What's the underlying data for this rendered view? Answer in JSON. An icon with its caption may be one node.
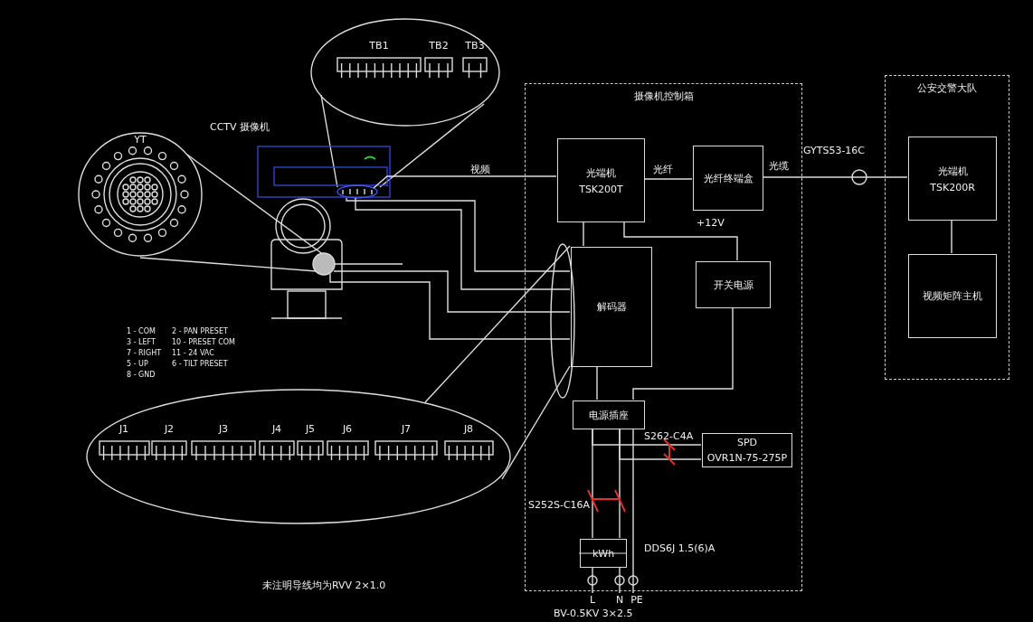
{
  "diagram": {
    "nodes": [
      {
        "text": [
          "摄像机控制箱"
        ]
      },
      {
        "text": [
          "光端机",
          "TSK200T"
        ],
        "in": 0
      },
      {
        "text": [
          "光纤终端盒"
        ],
        "in": 0,
        "beside": [
          "+12V"
        ]
      },
      {
        "text": [
          "解码器"
        ],
        "in": 0
      },
      {
        "text": [
          "开关电源"
        ],
        "in": 0
      },
      {
        "text": [
          "电源插座"
        ],
        "in": 0
      },
      {
        "text": [
          "SPD",
          "OVR1N-75-275P"
        ],
        "in": 0
      },
      {
        "text": [
          "kWh"
        ],
        "in": 0,
        "beside": [
          "DDS6J 1.5(6)A"
        ]
      },
      {
        "text": [
          "公安交警大队"
        ]
      },
      {
        "text": [
          "光端机",
          "TSK200R"
        ],
        "in": 8
      },
      {
        "text": [
          "视频矩阵主机"
        ],
        "in": 8
      },
      {
        "text": [
          "CCTV 摄像机"
        ]
      },
      {
        "text": [
          "YT"
        ]
      },
      {
        "text": [
          "TB1",
          "TB2",
          "TB3"
        ]
      },
      {
        "text": [
          "J1",
          "J2",
          "J3",
          "J4",
          "J5",
          "J6",
          "J7",
          "J8"
        ]
      },
      {
        "text": [
          "L"
        ]
      },
      {
        "text": [
          "N"
        ]
      },
      {
        "text": [
          "PE"
        ]
      }
    ],
    "edges": [
      {
        "from": 11,
        "to": 1,
        "arrow": "none",
        "label": "视频"
      },
      {
        "from": 1,
        "to": 2,
        "arrow": "none",
        "label": "光纤"
      },
      {
        "from": 2,
        "to": 9,
        "arrow": "none",
        "label": "GYTS53-16C"
      },
      {
        "from": 9,
        "to": 10,
        "arrow": "none"
      },
      {
        "from": 1,
        "to": 3,
        "arrow": "none"
      },
      {
        "from": 1,
        "to": 4,
        "arrow": "none"
      },
      {
        "from": 4,
        "to": 5,
        "arrow": "none"
      },
      {
        "from": 3,
        "to": 5,
        "arrow": "none"
      },
      {
        "from": 5,
        "to": 7,
        "arrow": "none",
        "label": "S252S-C16A"
      },
      {
        "from": 5,
        "to": 7,
        "arrow": "none"
      },
      {
        "from": 5,
        "to": 6,
        "arrow": "none",
        "label": "S262-C4A"
      },
      {
        "from": 5,
        "to": 6,
        "arrow": "none"
      },
      {
        "from": 7,
        "to": 15,
        "arrow": "none"
      },
      {
        "from": 7,
        "to": 16,
        "arrow": "none"
      },
      {
        "from": 5,
        "to": 17,
        "arrow": "none"
      },
      {
        "from": 11,
        "to": 3,
        "arrow": "none"
      },
      {
        "from": 11,
        "to": 3,
        "arrow": "none"
      },
      {
        "from": 11,
        "to": 3,
        "arrow": "none"
      },
      {
        "from": 11,
        "to": 3,
        "arrow": "none"
      },
      {
        "from": 12,
        "to": 11,
        "arrow": "none"
      },
      {
        "from": 12,
        "to": 11,
        "arrow": "none"
      },
      {
        "from": 13,
        "to": 11,
        "arrow": "none"
      },
      {
        "from": 13,
        "to": 11,
        "arrow": "none"
      },
      {
        "from": 14,
        "to": 3,
        "arrow": "none"
      },
      {
        "from": 14,
        "to": 3,
        "arrow": "none"
      }
    ],
    "labels": [
      "1 - COM",
      "2 - PAN PRESET",
      "3 - LEFT",
      "10 - PRESET COM",
      "7 - RIGHT",
      "11 - 24 VAC",
      "5 - UP",
      "6 - TILT PRESET",
      "8 - GND",
      "光缆",
      "BV-0.5KV 3×2.5",
      "未注明导线均为RVV 2×1.0"
    ]
  }
}
